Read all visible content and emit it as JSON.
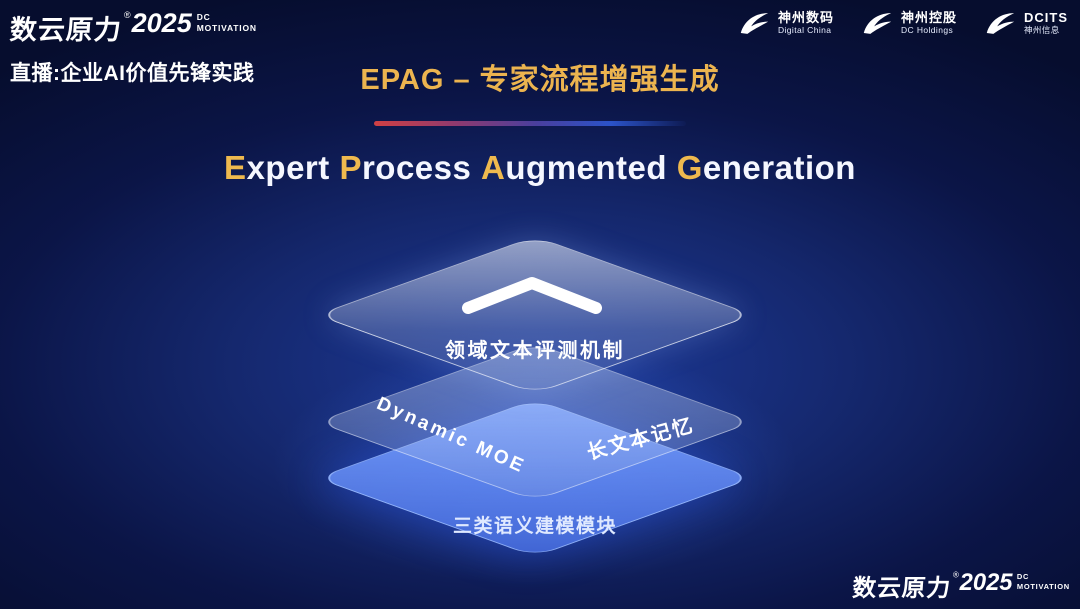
{
  "colors": {
    "gold": "#efb94e",
    "background_deep": "#060d2e",
    "background_glow": "#1d3a9a",
    "bottom_layer_blue": "#5a82f0",
    "divider_red": "#d04044",
    "divider_blue": "#2b53c8"
  },
  "brand": {
    "name": "数云原力",
    "reg": "®",
    "year": "2025",
    "tag_line1": "DC",
    "tag_line2": "MOTIVATION"
  },
  "header": {
    "live_label": "直播:企业AI价值先锋实践",
    "title": "EPAG – 专家流程增强生成",
    "partners": [
      {
        "name": "神州数码",
        "sub": "Digital China"
      },
      {
        "name": "神州控股",
        "sub": "DC Holdings"
      },
      {
        "name": "DCITS",
        "sub": "神州信息"
      }
    ]
  },
  "subtitle": {
    "full": "Expert Process Augmented Generation",
    "parts": [
      {
        "t": "E",
        "gold": true
      },
      {
        "t": "xpert "
      },
      {
        "t": "P",
        "gold": true
      },
      {
        "t": "rocess "
      },
      {
        "t": "A",
        "gold": true
      },
      {
        "t": "ugmented "
      },
      {
        "t": "G",
        "gold": true
      },
      {
        "t": "eneration"
      }
    ]
  },
  "stack": {
    "top_label": "领域文本评测机制",
    "middle_left_label": "Dynamic MOE",
    "middle_right_label": "长文本记忆",
    "bottom_label": "三类语义建模模块"
  }
}
